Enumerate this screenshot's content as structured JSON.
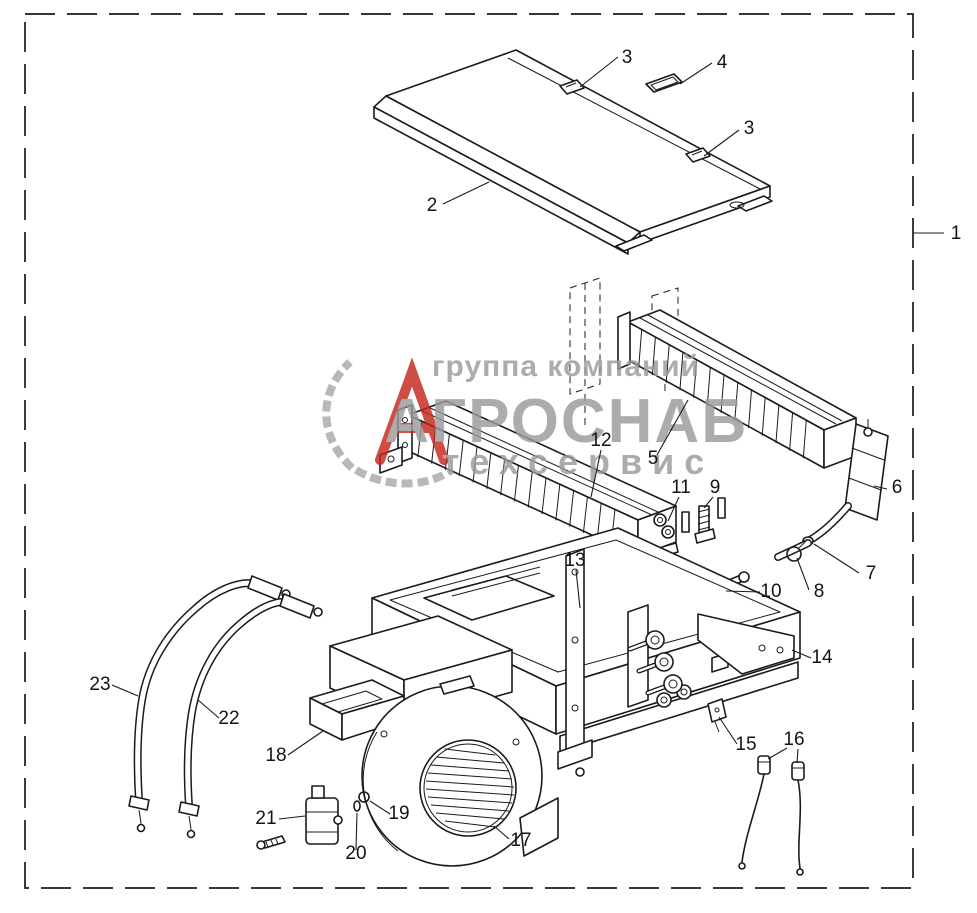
{
  "figure": {
    "background": "#ffffff",
    "line_color": "#1b1b1b",
    "border": {
      "style": "dashed",
      "color": "#1b1b1b"
    }
  },
  "watermark": {
    "line1": "группа компаний",
    "line2": "АГРОСНАБ",
    "line3": "техсервис",
    "text_color": "#9a9a9a",
    "accent_color": "#c4271c"
  },
  "callouts": [
    {
      "label": "3"
    },
    {
      "label": "4"
    },
    {
      "label": "3"
    },
    {
      "label": "2"
    },
    {
      "label": "1"
    },
    {
      "label": "12"
    },
    {
      "label": "5"
    },
    {
      "label": "11"
    },
    {
      "label": "9"
    },
    {
      "label": "6"
    },
    {
      "label": "13"
    },
    {
      "label": "7"
    },
    {
      "label": "8"
    },
    {
      "label": "10"
    },
    {
      "label": "14"
    },
    {
      "label": "23"
    },
    {
      "label": "22"
    },
    {
      "label": "18"
    },
    {
      "label": "15"
    },
    {
      "label": "16"
    },
    {
      "label": "21"
    },
    {
      "label": "19"
    },
    {
      "label": "20"
    },
    {
      "label": "17"
    }
  ]
}
